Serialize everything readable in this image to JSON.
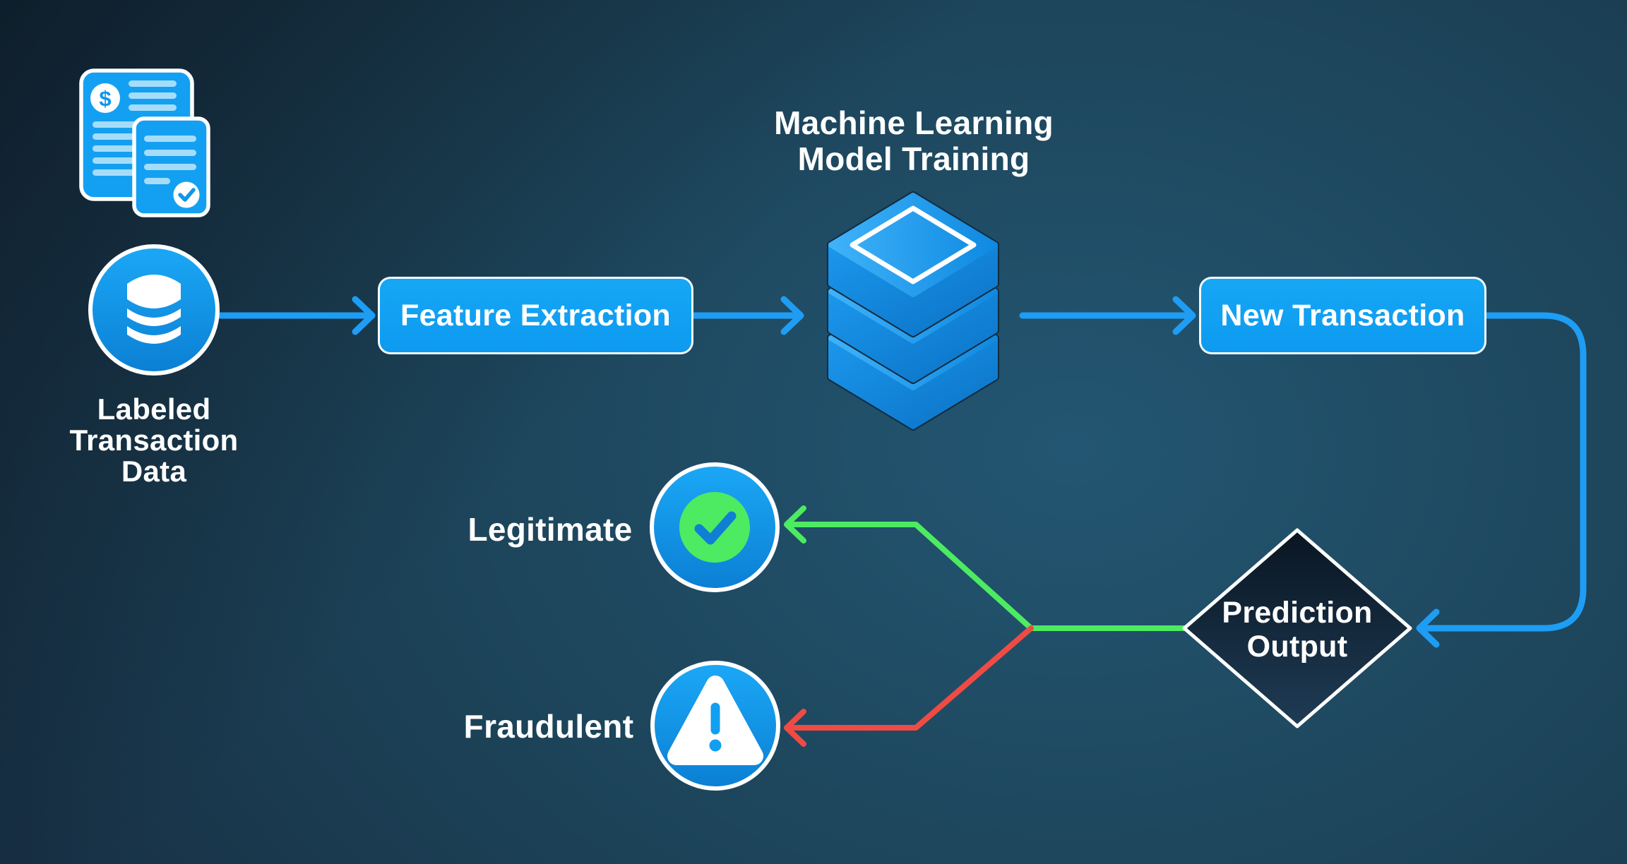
{
  "colors": {
    "background_center": "#235672",
    "background_edge": "#142433",
    "node_blue": "#0FA0F3",
    "connector_blue": "#1E9DF4",
    "doc_line_blue": "#A5DDF9",
    "legitimate_green": "#4DEB61",
    "fraudulent_red": "#EF4B44",
    "check_blue": "#0F7FD6",
    "diamond_dark": "#0A1522",
    "text_white": "#FFFFFF"
  },
  "nodes": {
    "labeled_data": {
      "label_lines": [
        "Labeled",
        "Transaction",
        "Data"
      ]
    },
    "feature_extraction": {
      "label": "Feature Extraction"
    },
    "ml_training": {
      "label_lines": [
        "Machine Learning",
        "Model Training"
      ]
    },
    "new_transaction": {
      "label": "New Transaction"
    },
    "prediction_output": {
      "label_lines": [
        "Prediction",
        "Output"
      ]
    },
    "legitimate": {
      "label": "Legitimate"
    },
    "fraudulent": {
      "label": "Fraudulent"
    }
  },
  "icons": {
    "dollar_glyph": "$",
    "documents": "transaction-documents-icon",
    "database": "database-icon",
    "ml_stack": "layer-stack-icon",
    "legitimate": "check-circle-icon",
    "fraudulent": "warning-triangle-icon"
  }
}
